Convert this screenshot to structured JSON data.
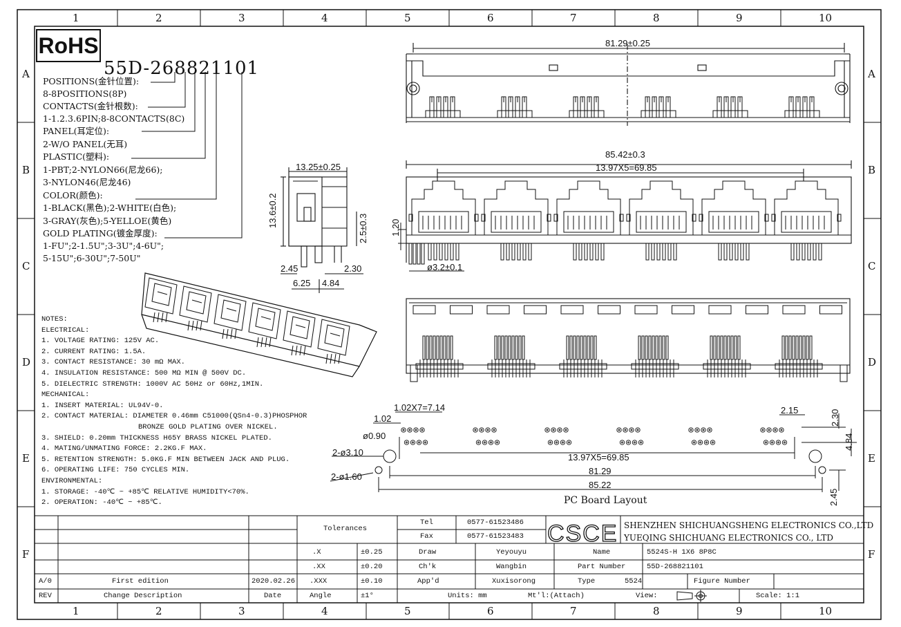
{
  "zones": {
    "columns": [
      "1",
      "2",
      "3",
      "4",
      "5",
      "6",
      "7",
      "8",
      "9",
      "10"
    ],
    "rows": [
      "A",
      "B",
      "C",
      "D",
      "E",
      "F"
    ]
  },
  "badge": "RoHS",
  "part_code": "55D-268821101",
  "spec_lines": [
    "POSITIONS(金针位置):",
    "8-8POSITIONS(8P)",
    "CONTACTS(金针根数):",
    "1-1.2.3.6PIN;8-8CONTACTS(8C)",
    "PANEL(耳定位):",
    "2-W/O PANEL(无耳)",
    "PLASTIC(塑料):",
    "1-PBT;2-NYLON66(尼龙66);",
    "3-NYLON46(尼龙46)",
    "COLOR(颜色):",
    "1-BLACK(黑色);2-WHITE(白色);",
    "3-GRAY(灰色);5-YELLOE(黄色)",
    "GOLD PLATING(镀金厚度):",
    "1-FU\";2-1.5U\";3-3U\";4-6U\";",
    "5-15U\";6-30U\";7-50U\""
  ],
  "notes": [
    "NOTES:",
    "ELECTRICAL:",
    "1. VOLTAGE RATING: 125V AC.",
    "2. CURRENT RATING: 1.5A.",
    "3. CONTACT RESISTANCE: 30 mΩ MAX.",
    "4. INSULATION RESISTANCE: 500 MΩ MIN @ 500V DC.",
    "5. DIELECTRIC STRENGTH: 1000V AC 50Hz or 60Hz,1MIN.",
    "MECHANICAL:",
    "1. INSERT MATERIAL: UL94V-0.",
    "2. CONTACT MATERIAL: DIAMETER 0.46mm C51000(QSn4-0.3)PHOSPHOR",
    "BRONZE GOLD PLATING OVER NICKEL.",
    "3. SHIELD: 0.20mm THICKNESS H65Y BRASS NICKEL PLATED.",
    "4. MATING/UNMATING FORCE: 2.2KG.F MAX.",
    "5. RETENTION STRENGTH: 5.0KG.F MIN BETWEEN JACK AND PLUG.",
    "6. OPERATING LIFE: 750 CYCLES MIN.",
    "ENVIRONMENTAL:",
    "1. STORAGE: -40℃ ~ +85℃ RELATIVE HUMIDITY<70%.",
    "2. OPERATION: -40℃ ~ +85℃."
  ],
  "dims": {
    "top_width": "81.29±0.25",
    "front_width": "85.42±0.3",
    "front_pitch": "13.97X5=69.85",
    "side_width": "13.25±0.25",
    "side_height": "13.6±0.2",
    "side_pin": "2.5±0.3",
    "side_a": "2.45",
    "side_b": "2.30",
    "side_c": "6.25",
    "side_d": "4.84",
    "front_offset": "1.20",
    "post_dia": "ø3.2±0.1",
    "pcb_pin_pitch": "1.02X7=7.14",
    "pcb_row": "1.02",
    "pcb_hole": "ø0.90",
    "pcb_post": "2-ø3.10",
    "pcb_post_small": "2-ø1.60",
    "pcb_pitch": "13.97X5=69.85",
    "pcb_span": "81.29",
    "pcb_total": "85.22",
    "pcb_r1": "2.15",
    "pcb_r2": "2.30",
    "pcb_r3": "4.84",
    "pcb_r4": "2.45"
  },
  "pcb_caption": "PC Board Layout",
  "title_block": {
    "tolerances": "Tolerances",
    "tol": [
      {
        "key": ".X",
        "val": "±0.25"
      },
      {
        "key": ".XX",
        "val": "±0.20"
      },
      {
        "key": ".XXX",
        "val": "±0.10"
      },
      {
        "key": "Angle",
        "val": "±1°"
      }
    ],
    "tel_label": "Tel",
    "tel": "0577-61523486",
    "fax_label": "Fax",
    "fax": "0577-61523483",
    "logo": "CSCE",
    "company_1": "SHENZHEN SHICHUANGSHENG ELECTRONICS CO.,LTD",
    "company_2": "YUEQING SHICHUANG ELECTRONICS CO., LTD",
    "draw_label": "Draw",
    "draw": "Yeyouyu",
    "check_label": "Ch'k",
    "check": "Wangbin",
    "appd_label": "App'd",
    "appd": "Xuxisorong",
    "units": "Units: mm",
    "name_label": "Name",
    "name": "5524S-H 1X6 8P8C",
    "partnum_label": "Part Number",
    "partnum": "55D-268821101",
    "type_label": "Type",
    "type": "5524",
    "figure_label": "Figure Number",
    "material": "Mt'l:(Attach)",
    "view_label": "View:",
    "scale": "Scale: 1:1",
    "rev_code": "A/0",
    "rev_desc": "First edition",
    "rev_date": "2020.02.26",
    "rev_head": "REV",
    "change_head": "Change Description",
    "date_head": "Date"
  }
}
